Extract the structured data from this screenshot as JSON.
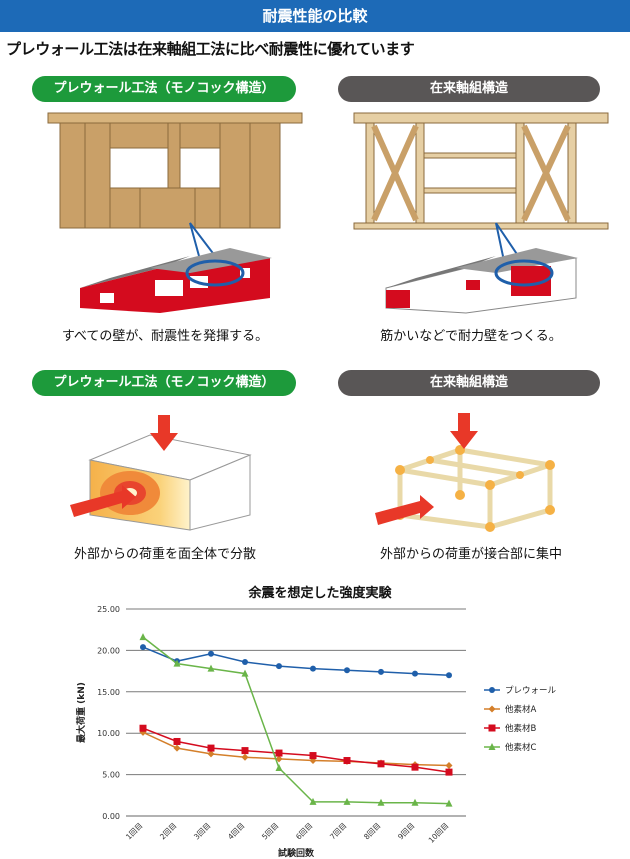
{
  "page": {
    "banner": "耐震性能の比較",
    "headline": "プレウォール工法は在来軸組工法に比べ耐震性に優れています"
  },
  "row1": {
    "left_label": "プレウォール工法（モノコック構造）",
    "right_label": "在来軸組構造",
    "left_caption": "すべての壁が、耐震性を発揮する。",
    "right_caption": "筋かいなどで耐力壁をつくる。"
  },
  "row2": {
    "left_label": "プレウォール工法（モノコック構造）",
    "right_label": "在来軸組構造",
    "left_caption": "外部からの荷重を面全体で分散",
    "right_caption": "外部からの荷重が接合部に集中"
  },
  "colors": {
    "wood": "#c9a068",
    "house_red": "#d40b1e",
    "arrow_red": "#e83828",
    "joint_orange": "#f5b145",
    "series_prewall": "#1f5faa",
    "series_a": "#d47f2a",
    "series_b": "#d40b1e",
    "series_c": "#6ab549"
  },
  "chart_data": {
    "type": "line",
    "title": "余震を想定した強度実験",
    "xlabel": "試験回数",
    "ylabel": "最大荷重 (kN)",
    "categories": [
      "1回目",
      "2回目",
      "3回目",
      "4回目",
      "5回目",
      "6回目",
      "7回目",
      "8回目",
      "9回目",
      "10回目"
    ],
    "yticks": [
      "0.00",
      "5.00",
      "10.00",
      "15.00",
      "20.00",
      "25.00"
    ],
    "ylim": [
      0,
      25
    ],
    "grid": true,
    "legend_position": "right",
    "series": [
      {
        "name": "プレウォール",
        "color": "#1f5faa",
        "marker": "circle",
        "values": [
          20.4,
          18.7,
          19.6,
          18.6,
          18.1,
          17.8,
          17.6,
          17.4,
          17.2,
          17.0
        ]
      },
      {
        "name": "他素材A",
        "color": "#d47f2a",
        "marker": "diamond",
        "values": [
          10.1,
          8.2,
          7.5,
          7.1,
          6.9,
          6.7,
          6.6,
          6.4,
          6.2,
          6.1
        ]
      },
      {
        "name": "他素材B",
        "color": "#d40b1e",
        "marker": "square",
        "values": [
          10.6,
          9.0,
          8.2,
          7.9,
          7.6,
          7.3,
          6.7,
          6.3,
          5.9,
          5.3
        ]
      },
      {
        "name": "他素材C",
        "color": "#6ab549",
        "marker": "triangle",
        "values": [
          21.6,
          18.4,
          17.8,
          17.2,
          5.8,
          1.7,
          1.7,
          1.6,
          1.6,
          1.5
        ]
      }
    ]
  }
}
